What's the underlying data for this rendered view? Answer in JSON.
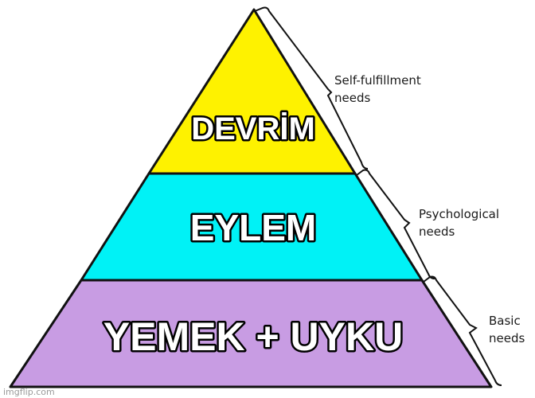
{
  "pyramid": {
    "tiers": [
      {
        "label": "DEVRİM",
        "color": "#fef200"
      },
      {
        "label": "EYLEM",
        "color": "#00f2f6"
      },
      {
        "label": "YEMEK + UYKU",
        "color": "#c89ce3"
      }
    ],
    "outline_color": "#111111",
    "side_labels": [
      {
        "line1": "Self-fulfillment",
        "line2": "needs"
      },
      {
        "line1": "Psychological",
        "line2": "needs"
      },
      {
        "line1": "Basic",
        "line2": "needs"
      }
    ]
  },
  "watermark": "imgflip.com"
}
